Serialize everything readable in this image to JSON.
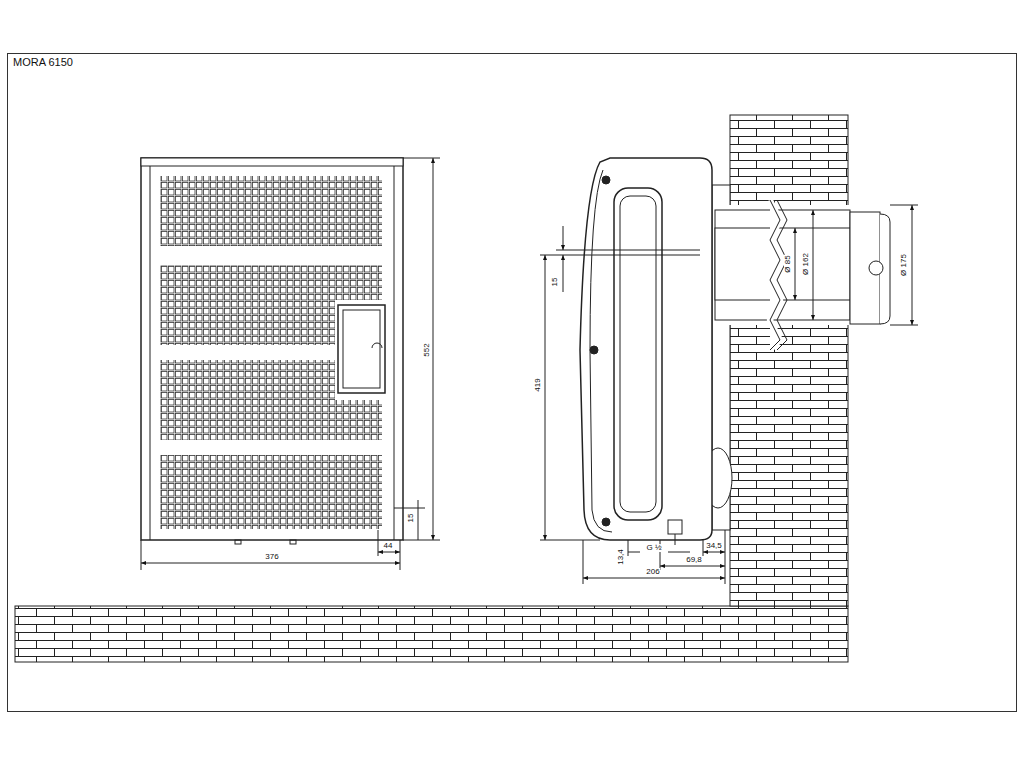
{
  "diagram": {
    "title": "MORA 6150",
    "labels": [
      "552",
      "376",
      "44",
      "15",
      "15",
      "419",
      "Ø 85",
      "Ø 162",
      "Ø 175",
      "13,4",
      "G ½",
      "206",
      "69,8",
      "34,5"
    ]
  }
}
